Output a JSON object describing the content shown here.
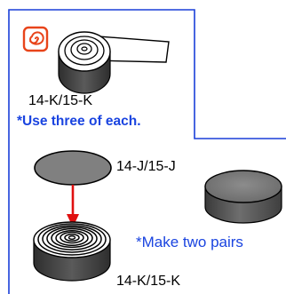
{
  "colors": {
    "frame": "#1a3fd9",
    "note": "#1a44e0",
    "arrow": "#e01010",
    "icon": "#e8441a",
    "part_dark": "#3a3a3a",
    "part_light": "#8a8a8a"
  },
  "icon_name": "spiral-warning-icon",
  "top_part": {
    "label": "14-K/15-K",
    "note": "*Use three of each."
  },
  "middle_part": {
    "label": "14-J/15-J"
  },
  "bottom_part": {
    "label": "14-K/15-K",
    "note": "*Make two pairs"
  }
}
